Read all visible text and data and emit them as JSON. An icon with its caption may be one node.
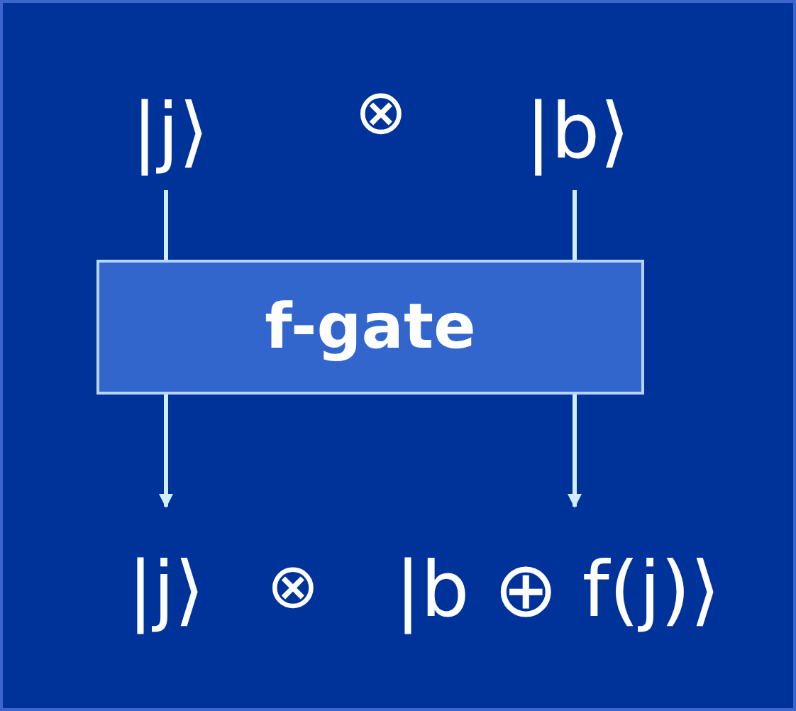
{
  "diagram": {
    "nodes": [
      {
        "text": [
          "|j⟩"
        ]
      },
      {
        "text": [
          "|b⟩"
        ]
      },
      {
        "text": [
          "f-gate"
        ]
      },
      {
        "text": [
          "|j⟩"
        ]
      },
      {
        "text": [
          "|b ⊕ f(j)⟩"
        ]
      }
    ],
    "edges": [
      {
        "from": 0,
        "to": 2,
        "arrow": "none"
      },
      {
        "from": 1,
        "to": 2,
        "arrow": "none"
      },
      {
        "from": 2,
        "to": 3,
        "arrow": "to"
      },
      {
        "from": 2,
        "to": 4,
        "arrow": "to"
      }
    ],
    "labels": [
      "⊗",
      "⊗"
    ]
  }
}
